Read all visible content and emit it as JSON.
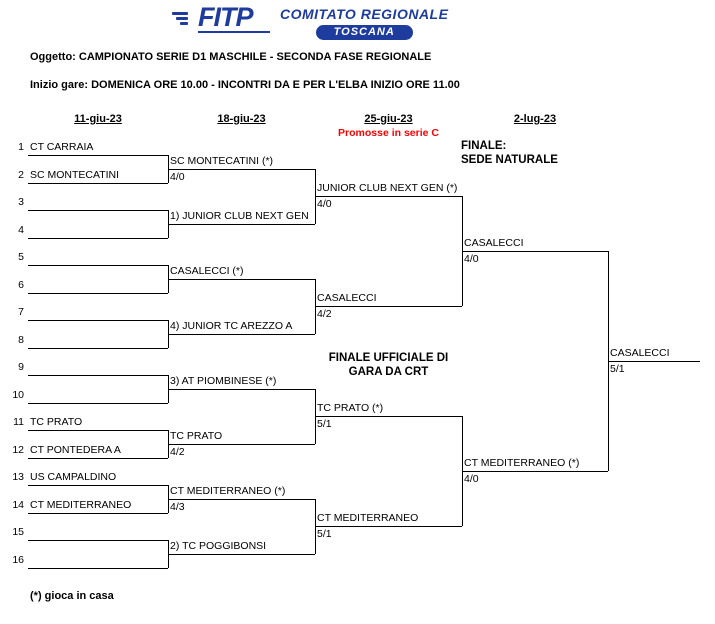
{
  "header": {
    "logo_text": "FITP",
    "committee_line1": "COMITATO REGIONALE",
    "committee_line2": "TOSCANA",
    "subject": "Oggetto: CAMPIONATO SERIE D1 MASCHILE - SECONDA FASE REGIONALE",
    "start_info": "Inizio gare: DOMENICA ORE 10.00 - INCONTRI DA E PER L'ELBA INIZIO ORE 11.00"
  },
  "dates": [
    "11-giu-23",
    "18-giu-23",
    "25-giu-23",
    "2-lug-23"
  ],
  "promoted_note": "Promosse in serie C",
  "finale_venue": {
    "line1": "FINALE:",
    "line2": "SEDE NATURALE"
  },
  "center_note": {
    "line1": "FINALE UFFICIALE DI",
    "line2": "GARA DA CRT"
  },
  "footnote": "(*) gioca in casa",
  "colors": {
    "accent_blue": "#1d3c9e",
    "promoted_red": "#ff0000"
  },
  "bracket": {
    "round1": [
      {
        "seed": "1",
        "team": "CT CARRAIA"
      },
      {
        "seed": "2",
        "team": "SC MONTECATINI"
      },
      {
        "seed": "3",
        "team": ""
      },
      {
        "seed": "4",
        "team": ""
      },
      {
        "seed": "5",
        "team": ""
      },
      {
        "seed": "6",
        "team": ""
      },
      {
        "seed": "7",
        "team": ""
      },
      {
        "seed": "8",
        "team": ""
      },
      {
        "seed": "9",
        "team": ""
      },
      {
        "seed": "10",
        "team": ""
      },
      {
        "seed": "11",
        "team": "TC PRATO"
      },
      {
        "seed": "12",
        "team": "CT PONTEDERA A"
      },
      {
        "seed": "13",
        "team": "US CAMPALDINO"
      },
      {
        "seed": "14",
        "team": "CT MEDITERRANEO"
      },
      {
        "seed": "15",
        "team": ""
      },
      {
        "seed": "16",
        "team": ""
      }
    ],
    "round2": [
      {
        "team": "SC MONTECATINI (*)",
        "score": "4/0"
      },
      {
        "team": "1) JUNIOR CLUB NEXT GEN",
        "score": ""
      },
      {
        "team": "CASALECCI (*)",
        "score": ""
      },
      {
        "team": "4) JUNIOR TC AREZZO A",
        "score": ""
      },
      {
        "team": "3) AT PIOMBINESE (*)",
        "score": ""
      },
      {
        "team": "TC PRATO",
        "score": "4/2"
      },
      {
        "team": "CT MEDITERRANEO (*)",
        "score": "4/3"
      },
      {
        "team": "2) TC POGGIBONSI",
        "score": ""
      }
    ],
    "round3": [
      {
        "team": "JUNIOR CLUB NEXT GEN (*)",
        "score": "4/0"
      },
      {
        "team": "CASALECCI",
        "score": "4/2"
      },
      {
        "team": "TC PRATO (*)",
        "score": "5/1"
      },
      {
        "team": "CT MEDITERRANEO",
        "score": "5/1"
      }
    ],
    "round4": [
      {
        "team": "CASALECCI",
        "score": "4/0"
      },
      {
        "team": "CT MEDITERRANEO (*)",
        "score": "4/0"
      }
    ],
    "winner": {
      "team": "CASALECCI",
      "score": "5/1"
    }
  }
}
